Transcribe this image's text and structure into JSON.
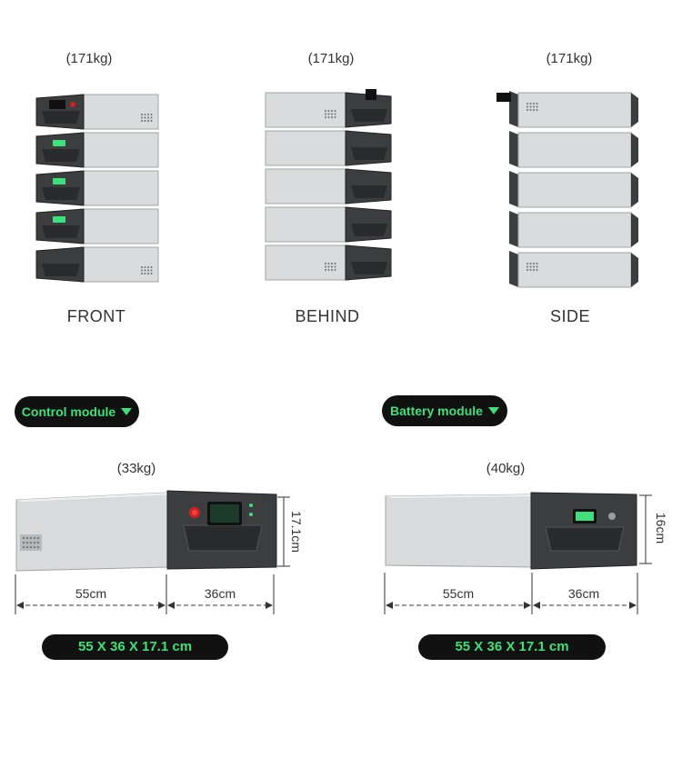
{
  "views": [
    {
      "weight": "(171kg)",
      "label": "FRONT"
    },
    {
      "weight": "(171kg)",
      "label": "BEHIND"
    },
    {
      "weight": "(171kg)",
      "label": "SIDE"
    }
  ],
  "control_module": {
    "tag": "Control module",
    "weight": "(33kg)",
    "length": "55cm",
    "width": "36cm",
    "height": "17.1cm",
    "size": "55 X 36 X 17.1 cm"
  },
  "battery_module": {
    "tag": "Battery module",
    "weight": "(40kg)",
    "length": "55cm",
    "width": "36cm",
    "height": "16cm",
    "size": "55 X 36 X 17.1 cm"
  },
  "colors": {
    "accent": "#3de07a",
    "pill_bg": "#111111",
    "panel": "#3a3a3a",
    "body": "#d6d8da"
  }
}
